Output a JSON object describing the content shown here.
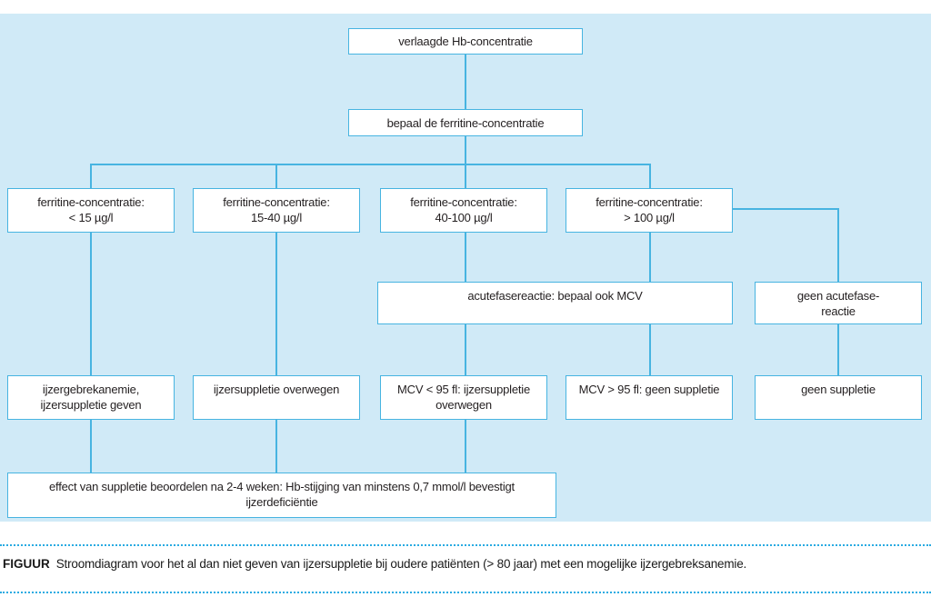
{
  "colors": {
    "background_blue": "#d0eaf7",
    "box_border_cyan": "#47b4e1",
    "connector_cyan": "#47b4e1",
    "dotted_rule_cyan": "#29abe2",
    "text_dark": "#231f20"
  },
  "nodes": {
    "hb_low": "verlaagde Hb-concentratie",
    "determine_ferritine": "bepaal de ferritine-concentratie",
    "ferritine_lt_15": "ferritine-concentratie:\n< 15 µg/l",
    "ferritine_15_40": "ferritine-concentratie:\n15-40 µg/l",
    "ferritine_40_100": "ferritine-concentratie:\n40-100 µg/l",
    "ferritine_gt_100": "ferritine-concentratie:\n> 100 µg/l",
    "acute_phase_mcv": "acutefasereactie: bepaal ook MCV",
    "no_acute_phase": "geen acutefase-\nreactie",
    "iron_deficiency_anemia": "ijzergebrekanemie,\nijzersuppletie geven",
    "consider_supplementation": "ijzersuppletie overwegen",
    "mcv_lt_95": "MCV < 95 fl: ijzersuppletie\noverwegen",
    "mcv_gt_95": "MCV > 95 fl: geen suppletie",
    "no_supplementation": "geen suppletie",
    "evaluate_effect": "effect van suppletie beoordelen na 2-4 weken: Hb-stijging van minstens 0,7 mmol/l bevestigt\nijzerdeficiëntie"
  },
  "caption": {
    "label": "FIGUUR",
    "text": "Stroomdiagram voor het al dan niet geven van ijzersuppletie bij oudere patiënten (> 80 jaar) met een mogelijke ijzergebreksanemie."
  }
}
